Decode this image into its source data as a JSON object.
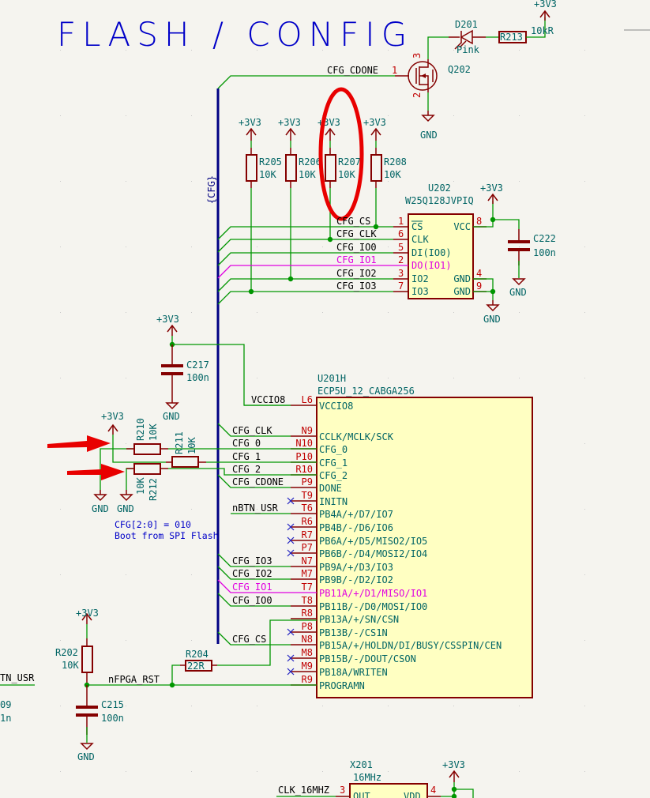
{
  "sheet": {
    "title": "FLASH / CONFIG",
    "bus_label": "{CFG}",
    "note_lines": [
      "CFG[2:0] = 010",
      "Boot from SPI Flash"
    ]
  },
  "power": {
    "vcc": "+3V3",
    "gnd": "GND"
  },
  "q202": {
    "ref": "Q202",
    "net": "CFG_CDONE",
    "pin_gate": "1",
    "pin_drain": "3",
    "pin_source": "2"
  },
  "d201": {
    "ref": "D201",
    "value": "Pink"
  },
  "r213": {
    "ref": "R213",
    "value": "10kR"
  },
  "pullups": [
    {
      "ref": "R205",
      "value": "10K"
    },
    {
      "ref": "R206",
      "value": "10K"
    },
    {
      "ref": "R207",
      "value": "10K"
    },
    {
      "ref": "R208",
      "value": "10K"
    }
  ],
  "u202": {
    "ref": "U202",
    "value": "W25Q128JVPIQ",
    "left_pins": [
      {
        "net": "CFG_CS",
        "num": "1",
        "name": "CS"
      },
      {
        "net": "CFG_CLK",
        "num": "6",
        "name": "CLK"
      },
      {
        "net": "CFG_IO0",
        "num": "5",
        "name": "DI(IO0)"
      },
      {
        "net": "CFG_IO1",
        "num": "2",
        "name": "DO(IO1)"
      },
      {
        "net": "CFG_IO2",
        "num": "3",
        "name": "IO2"
      },
      {
        "net": "CFG_IO3",
        "num": "7",
        "name": "IO3"
      }
    ],
    "right_pins": [
      {
        "num": "8",
        "name": "VCC"
      },
      {
        "num": "4",
        "name": "GND"
      },
      {
        "num": "9",
        "name": "GND"
      }
    ]
  },
  "c222": {
    "ref": "C222",
    "value": "100n"
  },
  "c217": {
    "ref": "C217",
    "value": "100n"
  },
  "u201": {
    "ref": "U201H",
    "value": "ECP5U_12_CABGA256",
    "pins": [
      {
        "net": "VCCIO8",
        "num": "L6",
        "name": "VCCIO8",
        "nc": false
      },
      {
        "net": "CFG_CLK",
        "num": "N9",
        "name": "CCLK/MCLK/SCK",
        "nc": false
      },
      {
        "net": "CFG_0",
        "num": "N10",
        "name": "CFG_0",
        "nc": false
      },
      {
        "net": "CFG_1",
        "num": "P10",
        "name": "CFG_1",
        "nc": false
      },
      {
        "net": "CFG_2",
        "num": "R10",
        "name": "CFG_2",
        "nc": false
      },
      {
        "net": "CFG_CDONE",
        "num": "P9",
        "name": "DONE",
        "nc": false
      },
      {
        "net": "",
        "num": "T9",
        "name": "INITN",
        "nc": true
      },
      {
        "net": "nBTN_USR",
        "num": "T6",
        "name": "PB4A/+/D7/IO7",
        "nc": false
      },
      {
        "net": "",
        "num": "R6",
        "name": "PB4B/-/D6/IO6",
        "nc": true
      },
      {
        "net": "",
        "num": "R7",
        "name": "PB6A/+/D5/MISO2/IO5",
        "nc": true
      },
      {
        "net": "",
        "num": "P7",
        "name": "PB6B/-/D4/MOSI2/IO4",
        "nc": true
      },
      {
        "net": "CFG_IO3",
        "num": "N7",
        "name": "PB9A/+/D3/IO3",
        "nc": false
      },
      {
        "net": "CFG_IO2",
        "num": "M7",
        "name": "PB9B/-/D2/IO2",
        "nc": false
      },
      {
        "net": "CFG_IO1",
        "num": "T7",
        "name": "PB11A/+/D1/MISO/IO1",
        "nc": false
      },
      {
        "net": "CFG_IO0",
        "num": "T8",
        "name": "PB11B/-/D0/MOSI/IO0",
        "nc": false
      },
      {
        "net": "",
        "num": "R8",
        "name": "PB13A/+/SN/CSN",
        "nc": false
      },
      {
        "net": "",
        "num": "P8",
        "name": "PB13B/-/CS1N",
        "nc": true
      },
      {
        "net": "CFG_CS",
        "num": "N8",
        "name": "PB15A/+/HOLDN/DI/BUSY/CSSPIN/CEN",
        "nc": false
      },
      {
        "net": "",
        "num": "M8",
        "name": "PB15B/-/DOUT/CSON",
        "nc": true
      },
      {
        "net": "",
        "num": "M9",
        "name": "PB18A/WRITEN",
        "nc": true
      },
      {
        "net": "",
        "num": "R9",
        "name": "PROGRAMN",
        "nc": false
      }
    ]
  },
  "r210": {
    "ref": "R210",
    "value": "10K"
  },
  "r211": {
    "ref": "R211",
    "value": "10K"
  },
  "r212": {
    "ref": "R212",
    "value": "10K"
  },
  "r202": {
    "ref": "R202",
    "value": "10K"
  },
  "r204": {
    "ref": "R204",
    "value": "22R"
  },
  "c215": {
    "ref": "C215",
    "value": "100n"
  },
  "reset_net": "nFPGA_RST",
  "left_partial": {
    "net": "TN_USR",
    "ref_tail": "09",
    "value_tail": "1n"
  },
  "x201": {
    "ref": "X201",
    "value": "16MHz",
    "net": "CLK_16MHZ",
    "pin_out": "3",
    "pin_vdd": "4",
    "name_out": "OUT",
    "name_vdd": "VDD"
  },
  "colors": {
    "background": "#f5f4ef",
    "wire": "#009600",
    "bus": "#000084",
    "device": "#840000",
    "device_fill": "#ffffc2",
    "ref_text": "#006464",
    "pin_number": "#c00000",
    "highlight_net": "#e000e0",
    "annotation": "#e80000",
    "sheet_text": "#0000c8"
  }
}
